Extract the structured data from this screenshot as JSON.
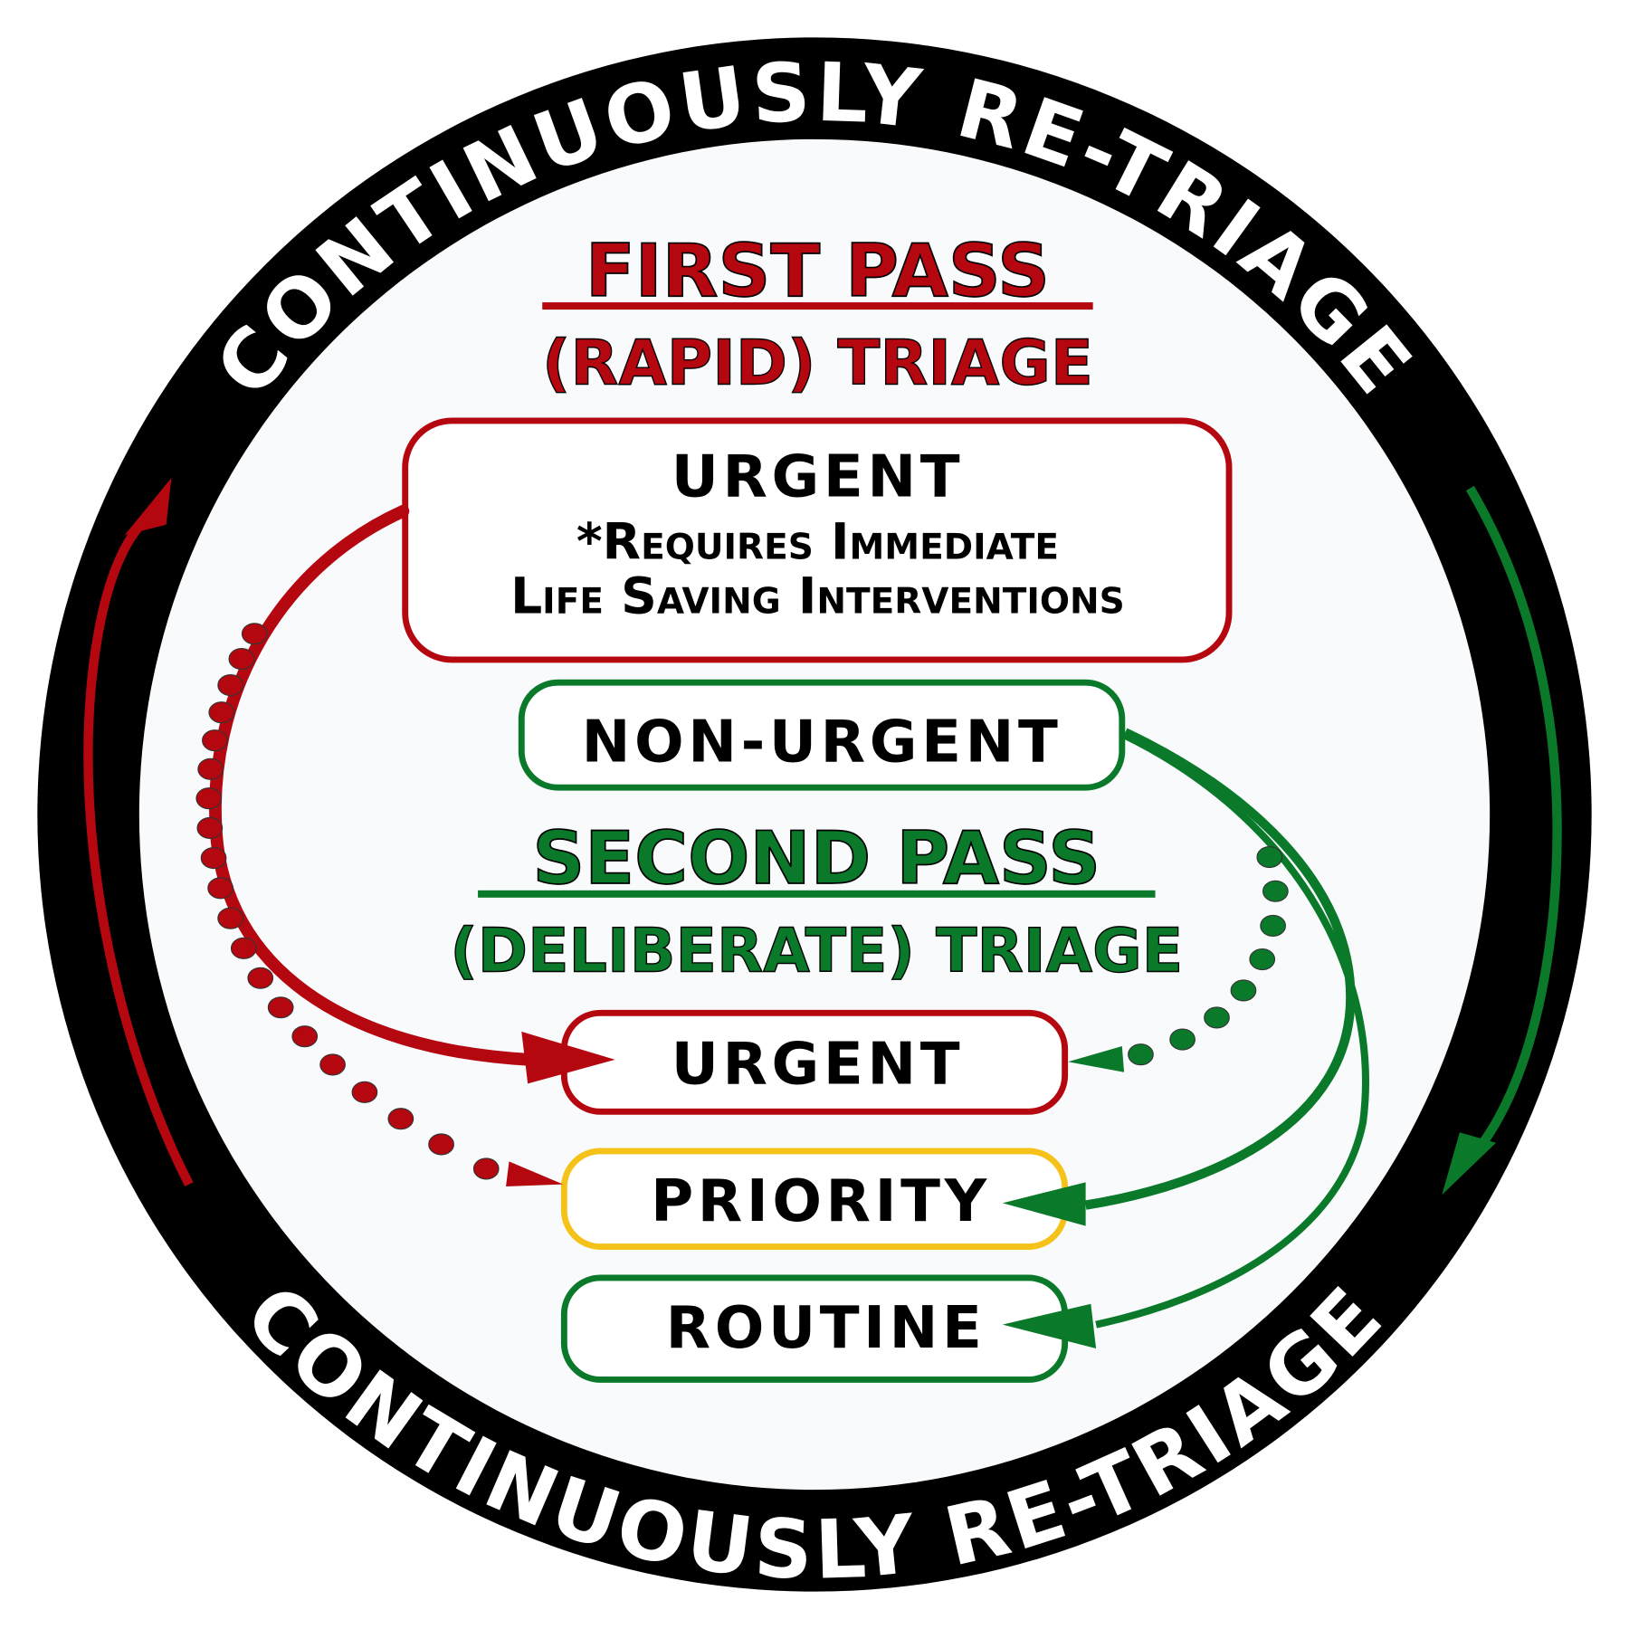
{
  "ring": {
    "top_text": "CONTINUOUSLY RE-TRIAGE",
    "bottom_text": "CONTINUOUSLY RE-TRIAGE"
  },
  "first_pass": {
    "title": "FIRST PASS",
    "subtitle": "(RAPID) TRIAGE",
    "urgent_box": {
      "label": "URGENT",
      "note_line1": "*Requires Immediate",
      "note_line2": "Life Saving Interventions"
    },
    "non_urgent_box": {
      "label": "NON-URGENT"
    }
  },
  "second_pass": {
    "title": "SECOND PASS",
    "subtitle": "(DELIBERATE) TRIAGE",
    "categories": [
      {
        "label": "URGENT"
      },
      {
        "label": "PRIORITY"
      },
      {
        "label": "ROUTINE"
      }
    ]
  },
  "colors": {
    "red": "#b5070f",
    "green": "#0a7a2a",
    "yellow": "#f5c21a",
    "black": "#000000",
    "background": "#f8fafc"
  }
}
